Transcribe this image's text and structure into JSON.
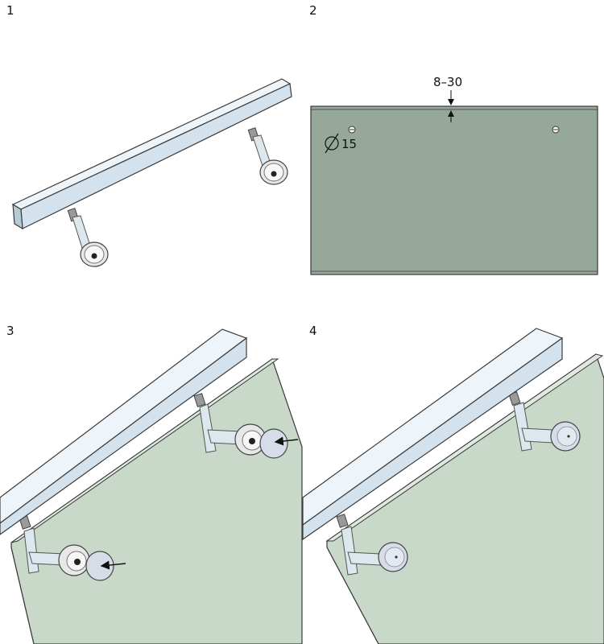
{
  "steps": [
    {
      "number": "1"
    },
    {
      "number": "2"
    },
    {
      "number": "3"
    },
    {
      "number": "4"
    }
  ],
  "dimensions": {
    "edge_offset": "8–30",
    "hole_diameter": "15",
    "diameter_symbol": "⌀"
  },
  "colors": {
    "rail_top": "#eef5fa",
    "rail_face": "#d3e2ec",
    "rail_side": "#b7cad8",
    "glass_front": "#96a89a",
    "glass_installed": "#c9d9c9",
    "outline": "#3a3a3a"
  }
}
